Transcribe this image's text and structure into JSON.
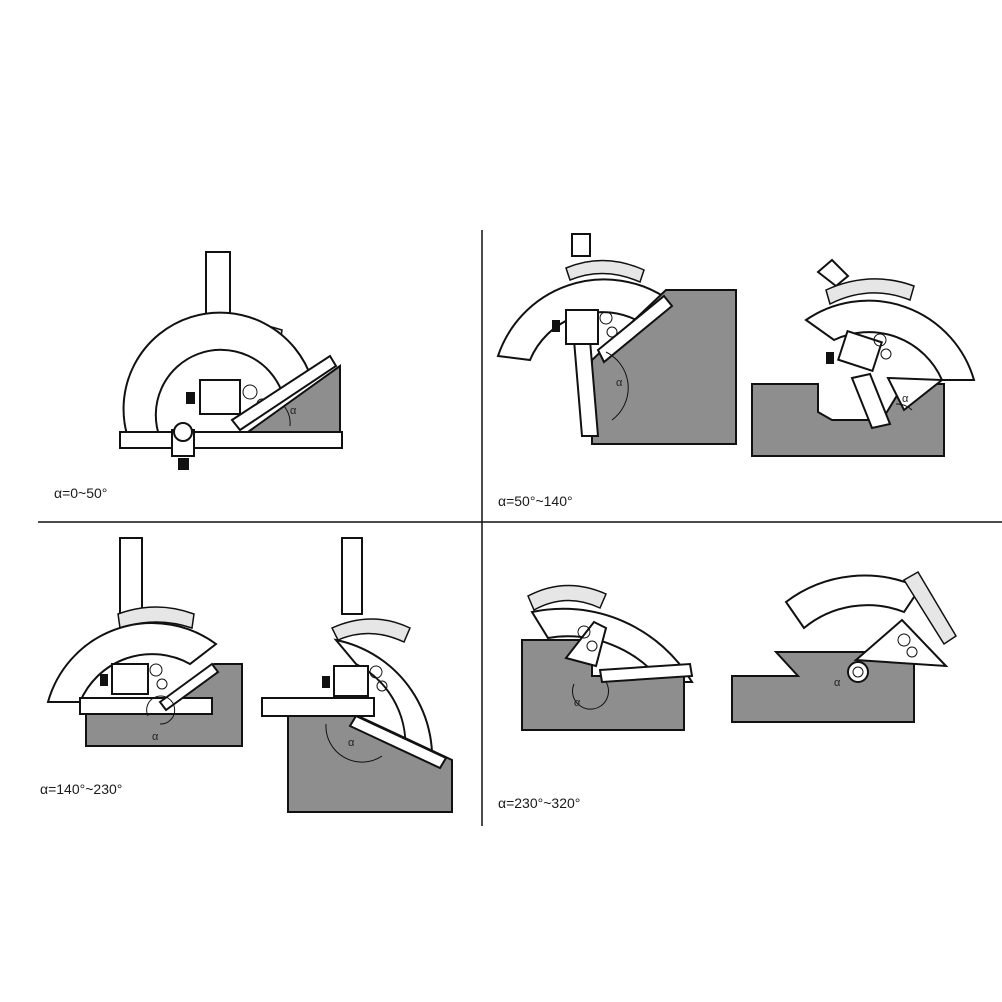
{
  "panels": [
    {
      "label": "α=0~50°"
    },
    {
      "label": "α=50°~140°"
    },
    {
      "label": "α=140°~230°"
    },
    {
      "label": "α=230°~320°"
    }
  ],
  "angle_symbol": "α",
  "colors": {
    "workpiece": "#8e8e8e",
    "outline": "#111111",
    "background": "#ffffff"
  }
}
